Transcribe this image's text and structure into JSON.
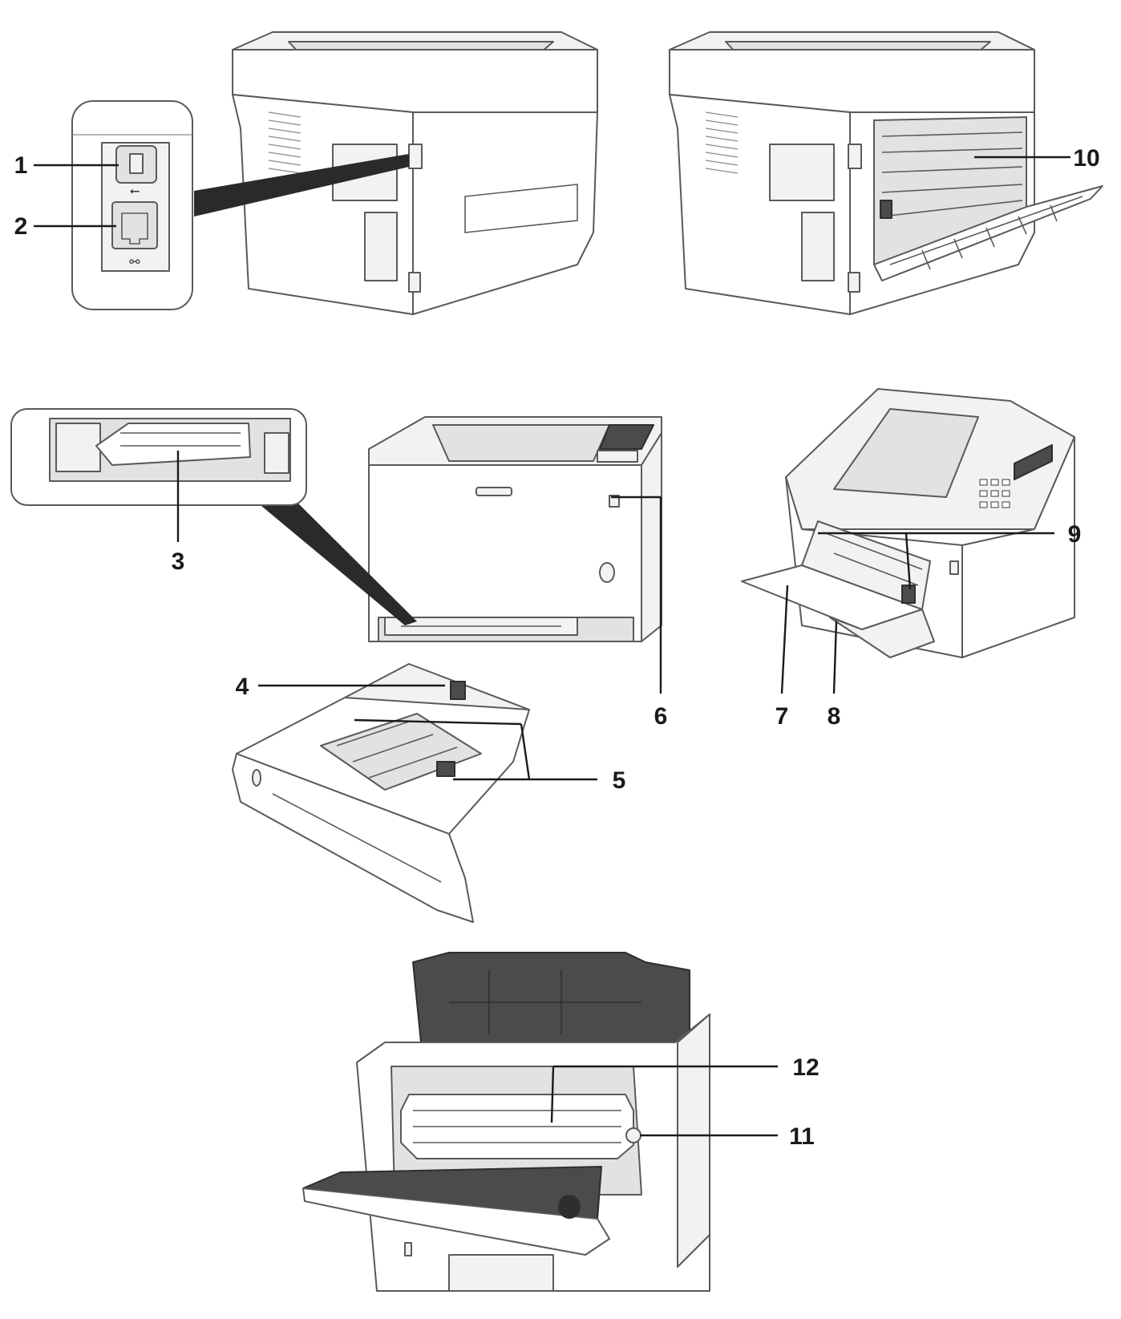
{
  "callouts": {
    "c1": "1",
    "c2": "2",
    "c3": "3",
    "c4": "4",
    "c5": "5",
    "c6": "6",
    "c7": "7",
    "c8": "8",
    "c9": "9",
    "c10": "10",
    "c11": "11",
    "c12": "12"
  },
  "icons": {
    "usb": "usb-icon",
    "network": "network-icon"
  },
  "colors": {
    "outline": "#5a5a5a",
    "dark_panel": "#4b4b4b",
    "leader": "#1a1a1a"
  }
}
